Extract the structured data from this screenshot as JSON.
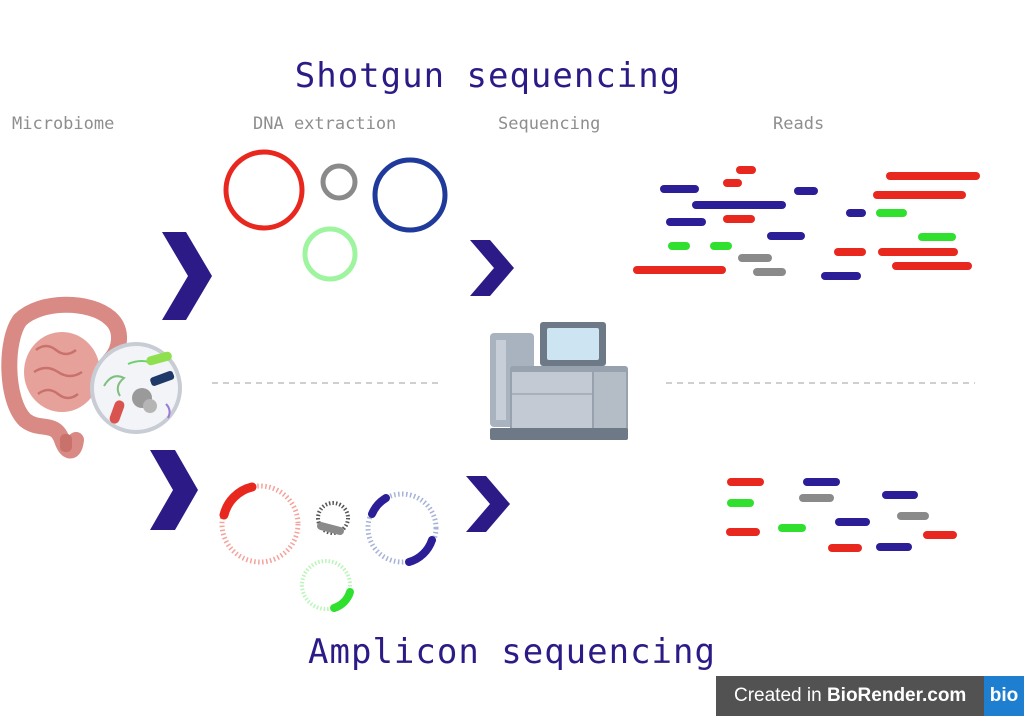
{
  "titles": {
    "top": "Shotgun sequencing",
    "bottom": "Amplicon sequencing"
  },
  "columns": {
    "microbiome": "Microbiome",
    "dna_extraction": "DNA extraction",
    "sequencing": "Sequencing",
    "reads": "Reads"
  },
  "watermark": {
    "prefix": "Created in ",
    "brand": "BioRender.com",
    "logo": "bio"
  },
  "colors": {
    "title": "#2c1a86",
    "arrow": "#2c1a86",
    "red": "#e8281e",
    "navy": "#2b1e96",
    "green": "#2fe02f",
    "gray": "#8a8a8a",
    "blue_ring": "#1f3a9a",
    "light_green": "#9ff59f",
    "label": "#8e8e8e"
  },
  "icons": {
    "intestine": "intestine-icon",
    "bacteria": "bacteria-magnifier-icon",
    "sequencer": "dna-sequencer-icon",
    "arrow": "chevron-right-icon"
  }
}
